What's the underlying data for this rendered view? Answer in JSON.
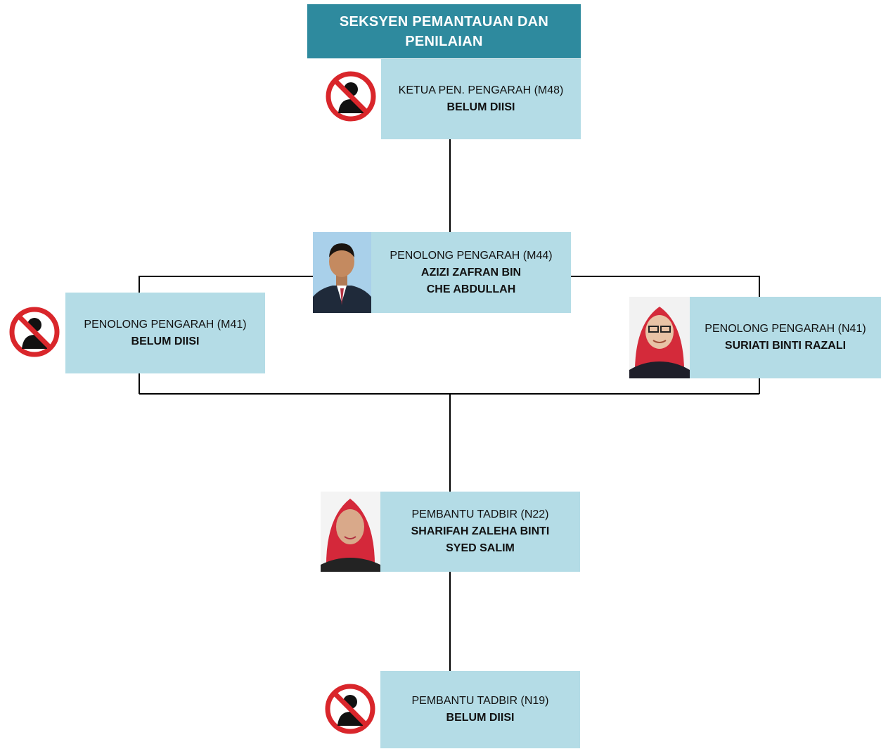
{
  "header": {
    "line1": "SEKSYEN PEMANTAUAN DAN",
    "line2": "PENILAIAN"
  },
  "colors": {
    "header": "#2e8a9e",
    "box": "#b4dce6",
    "line": "#000000",
    "no_sign": "#d9262b"
  },
  "nodes": {
    "ketua": {
      "position": "KETUA PEN. PENGARAH (M48)",
      "name1": "BELUM DIISI",
      "name2": "",
      "photo": "no-person-icon"
    },
    "pp_m44": {
      "position": "PENOLONG PENGARAH (M44)",
      "name1": "AZIZI ZAFRAN BIN",
      "name2": "CHE ABDULLAH",
      "photo": "person-photo"
    },
    "pp_m41": {
      "position": "PENOLONG PENGARAH (M41)",
      "name1": "BELUM DIISI",
      "name2": "",
      "photo": "no-person-icon"
    },
    "pp_n41": {
      "position": "PENOLONG PENGARAH (N41)",
      "name1": "SURIATI BINTI RAZALI",
      "name2": "",
      "photo": "person-photo"
    },
    "pt_n22": {
      "position": "PEMBANTU TADBIR (N22)",
      "name1": "SHARIFAH ZALEHA BINTI",
      "name2": "SYED SALIM",
      "photo": "person-photo"
    },
    "pt_n19": {
      "position": "PEMBANTU TADBIR (N19)",
      "name1": "BELUM DIISI",
      "name2": "",
      "photo": "no-person-icon"
    }
  }
}
